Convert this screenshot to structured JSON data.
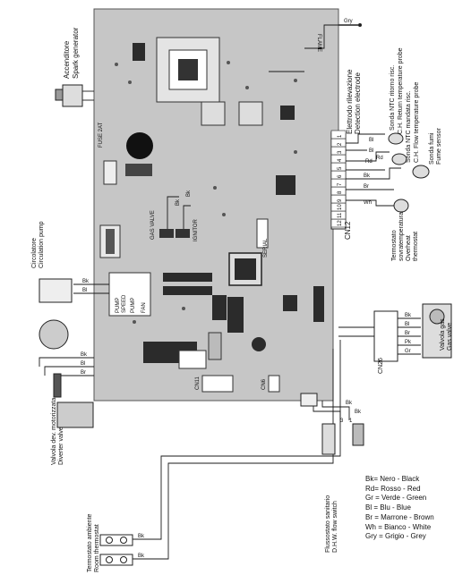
{
  "labels": {
    "spark_generator": [
      "Accenditore",
      "Spark generator"
    ],
    "flame": "FLAME",
    "flame_wire": "Gry",
    "detection_electrode": [
      "Elettrodo rilevazione",
      "Detection electrode"
    ],
    "ntc_probes": [
      "Sonda NTC ritorno risc.",
      "C.H. Return temperature probe",
      "Sonda NTC mandata risc.",
      "C.H. Flow temperature probe"
    ],
    "fume_sensor": [
      "Sonda fumi",
      "Fume sensor"
    ],
    "overheat_thermostat": [
      "Termostato",
      "sovratemperatura",
      "Overheat",
      "thermostat"
    ],
    "circulation_pump": [
      "Circolatore",
      "Circulation pump"
    ],
    "gas_valve_right": [
      "Valvola gas",
      "Gas valve"
    ],
    "diverter_valve": [
      "Valvola dev. motorizzata",
      "Diverter valve"
    ],
    "flow_switch": [
      "Flussostato sanitario",
      "D.H.W. flow switch"
    ],
    "room_thermostat": [
      "Termostato ambiente",
      "Room thermostat"
    ],
    "board_gas_valve": "GAS VALVE",
    "board_ignitor": "IGNITOR",
    "board_serial": "SERIAL",
    "board_pump_speed": [
      "PUMP",
      "SPEED"
    ],
    "board_pump": "PUMP",
    "board_fan": "FAN",
    "board_fuse": "FUSE 2AT",
    "cn12": "CN12",
    "cn26": "CN26",
    "cn11": "CN11",
    "cn6": "CN6",
    "cn12_pins": [
      "12",
      "11",
      "10",
      "9",
      "8",
      "7",
      "6",
      "5",
      "4",
      "3",
      "2",
      "1"
    ],
    "cn12_wires": [
      "Bl",
      "Bl",
      "Rd",
      "Rd",
      "Bk",
      "Br",
      "Wh"
    ],
    "cn26_wires": [
      "Bk",
      "Bl",
      "Br",
      "Pk",
      "Gr"
    ],
    "pump_wires": [
      "Bk",
      "Bl"
    ],
    "diverter_wires": [
      "Bk",
      "Bl",
      "Br"
    ],
    "flow_switch_wires": [
      "Bk",
      "Bk",
      "3",
      "1"
    ],
    "room_thermostat_wires": [
      "Bk",
      "Bk"
    ],
    "gas_valve_board_wires": [
      "Bk",
      "Bk"
    ]
  },
  "legend": [
    "Bk= Nero - Black",
    "Rd= Rosso - Red",
    "Gr = Verde - Green",
    "Bl = Blu - Blue",
    "Br = Marrone - Brown",
    "Wh = Bianco - White",
    "Gry = Grigio - Grey"
  ],
  "colors": {
    "board": "#c6c6c6",
    "chip": "#2b2b2b",
    "wire": "#1a1a1a"
  }
}
